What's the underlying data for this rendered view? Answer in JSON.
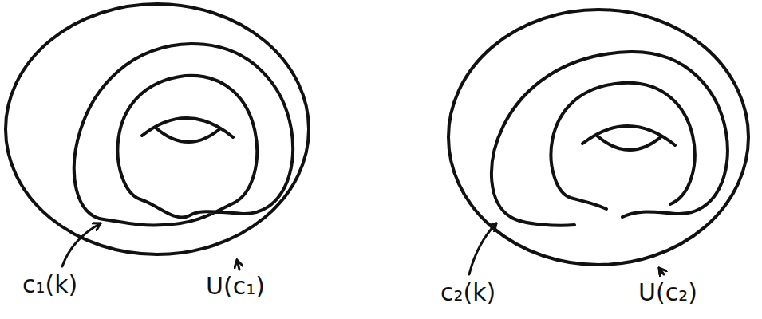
{
  "diagram": {
    "labels": [
      "c₁(k)",
      "U(c₁)",
      "c₂(k)",
      "U(c₂)"
    ]
  }
}
